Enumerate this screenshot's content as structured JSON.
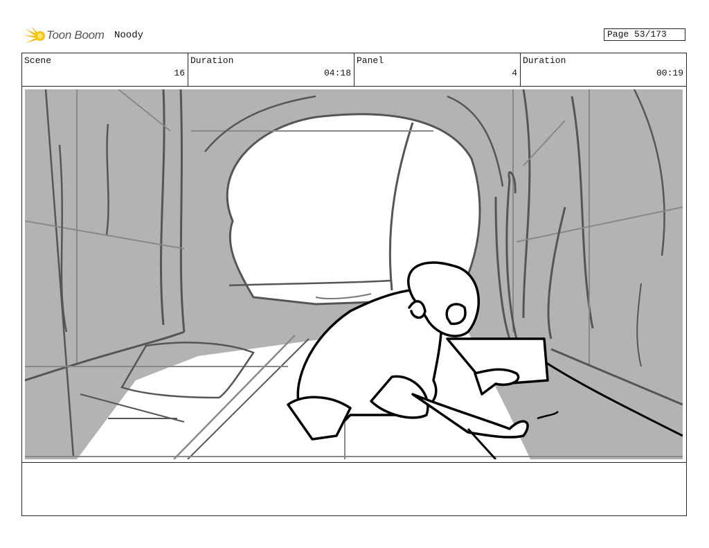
{
  "header": {
    "logo_text": "Toon Boom",
    "project_title": "Noody",
    "page": "Page 53/173"
  },
  "info": {
    "scene_label": "Scene",
    "scene_value": "16",
    "scene_duration_label": "Duration",
    "scene_duration_value": "04:18",
    "panel_label": "Panel",
    "panel_value": "4",
    "panel_duration_label": "Duration",
    "panel_duration_value": "00:19"
  },
  "panel": {
    "image": "storyboard-sketch",
    "background_color": "#b3b3b3"
  },
  "notes": {
    "text": ""
  }
}
